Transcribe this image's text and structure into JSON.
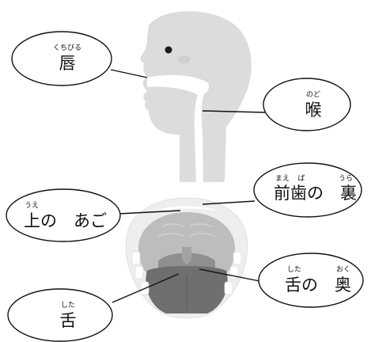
{
  "colors": {
    "head": "#dcdcdc",
    "airway": "#ffffff",
    "eye": "#1a1a1a",
    "cheek": "#cfcfcf",
    "mouth_outline": "#e6e6e6",
    "palate": "#bdbdbd",
    "tongue_back": "#8f8f8f",
    "tongue": "#6f6f6f",
    "uvula": "#a3a3a3",
    "teeth": "#ffffff",
    "line": "#111111"
  },
  "labels": {
    "lips": {
      "ruby": "くちびる",
      "kanji": "唇"
    },
    "throat": {
      "ruby": "のど",
      "kanji": "喉"
    },
    "upper_palate": {
      "ruby": "うえ",
      "text": "上の　あご"
    },
    "front_teeth_back": {
      "ruby1": "まえ",
      "ruby2": "ば",
      "ruby3": "うら",
      "text": "前歯の　裏"
    },
    "tongue": {
      "ruby": "した",
      "kanji": "舌"
    },
    "tongue_back": {
      "ruby1": "した",
      "ruby2": "おく",
      "text": "舌の　奥"
    }
  }
}
